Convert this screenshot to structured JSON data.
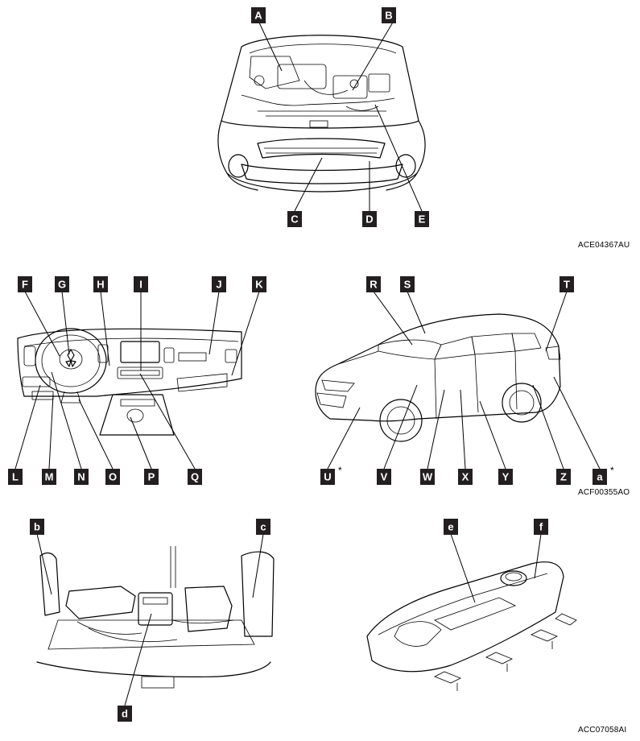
{
  "panels": {
    "engine_bay": {
      "ref_code": "ACE04367AU",
      "labels": [
        "A",
        "B",
        "C",
        "D",
        "E"
      ]
    },
    "interior": {
      "labels": [
        "F",
        "G",
        "H",
        "I",
        "J",
        "K",
        "L",
        "M",
        "N",
        "O",
        "P",
        "Q"
      ]
    },
    "exterior": {
      "ref_code": "ACF00355AO",
      "labels": [
        "R",
        "S",
        "T",
        "U",
        "V",
        "W",
        "X",
        "Y",
        "Z",
        "a"
      ],
      "asterisk": "*"
    },
    "underfloor": {
      "labels": [
        "b",
        "c",
        "d"
      ]
    },
    "battery_pack": {
      "ref_code": "ACC07058AI",
      "labels": [
        "e",
        "f"
      ]
    }
  }
}
